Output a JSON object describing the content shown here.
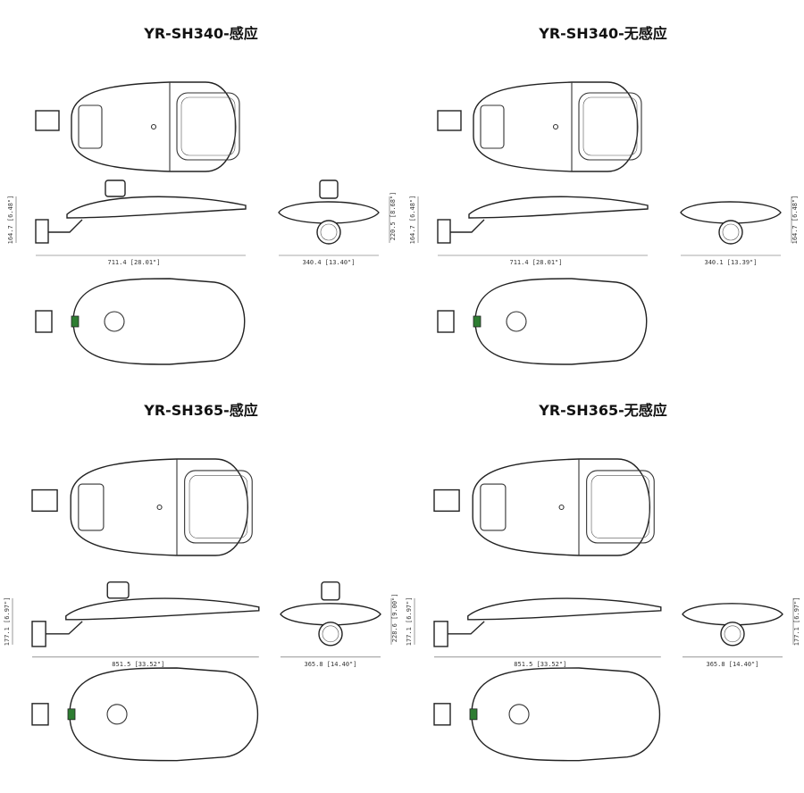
{
  "panels": [
    {
      "title": "YR-SH340-感应",
      "dims": {
        "length": "711.4 [28.01\"]",
        "width": "340.4 [13.40\"]",
        "height_total": "220.5 [8.68\"]",
        "height_body": "164.7 [6.48\"]"
      },
      "sensor": true
    },
    {
      "title": "YR-SH340-无感应",
      "dims": {
        "length": "711.4 [28.01\"]",
        "width": "340.1 [13.39\"]",
        "height_total": "",
        "height_body": "164.7 [6.48\"]"
      },
      "sensor": false
    },
    {
      "title": "YR-SH365-感应",
      "dims": {
        "length": "851.5 [33.52\"]",
        "width": "365.8 [14.40\"]",
        "height_total": "228.6 [9.00\"]",
        "height_body": "177.1 [6.97\"]"
      },
      "sensor": true
    },
    {
      "title": "YR-SH365-无感应",
      "dims": {
        "length": "851.5 [33.52\"]",
        "width": "365.8 [14.40\"]",
        "height_total": "",
        "height_body": "177.1 [6.97\"]"
      },
      "sensor": false
    }
  ]
}
